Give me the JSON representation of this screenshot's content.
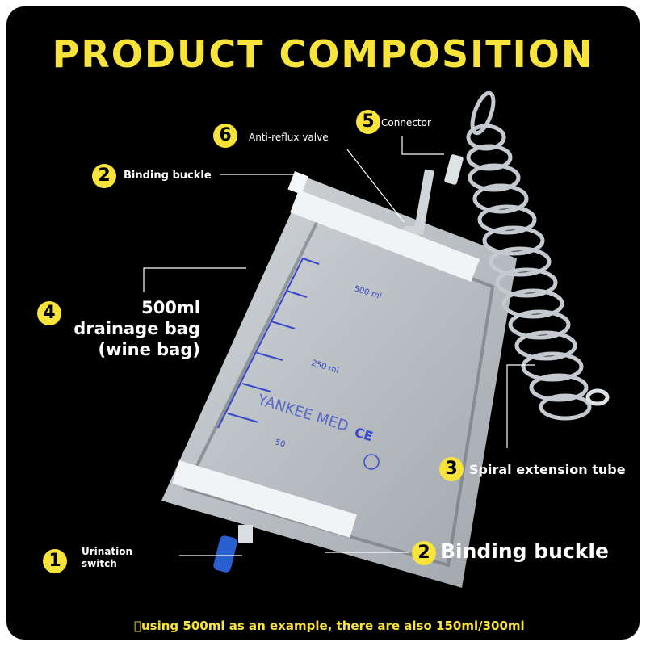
{
  "title": "PRODUCT COMPOSITION",
  "colors": {
    "background": "#000000",
    "accent": "#f7e33a",
    "scale_blue": "#3848c8",
    "valve_blue": "#2a5fd0"
  },
  "components": [
    {
      "number": "1",
      "label_lines": [
        "Urination",
        "switch"
      ]
    },
    {
      "number": "2",
      "label": "Binding buckle"
    },
    {
      "number": "2",
      "label": "Binding buckle"
    },
    {
      "number": "3",
      "label": "Spiral extension tube"
    },
    {
      "number": "4",
      "label_lines": [
        "500ml",
        "drainage bag",
        "(wine bag)"
      ]
    },
    {
      "number": "5",
      "label": "Connector"
    },
    {
      "number": "6",
      "label": "Anti-reflux valve"
    }
  ],
  "bag_markings": {
    "scale_500": "500 ml",
    "scale_250": "250 ml",
    "scale_50": "50",
    "brand": "YANKEE MED",
    "ce": "CE"
  },
  "footer": "\u0000using 500ml as an example, there are also 150ml/300ml"
}
